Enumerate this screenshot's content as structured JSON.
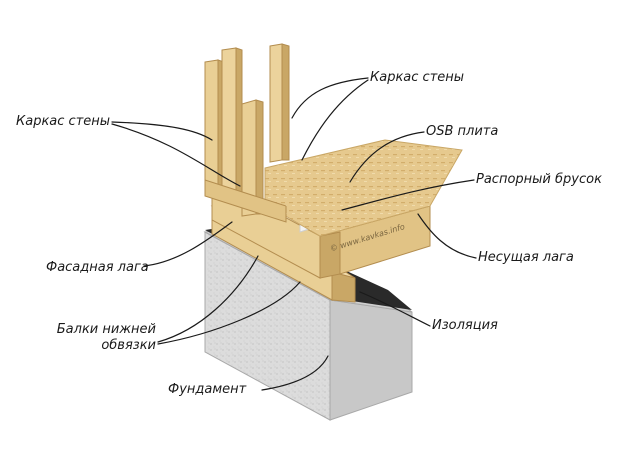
{
  "labels": {
    "wall_frame_right": "Каркас стены",
    "wall_frame_left": "Каркас стены",
    "osb": "OSB плита",
    "spacer": "Распорный брусок",
    "facade_joist": "Фасадная лага",
    "bearing_joist": "Несущая лага",
    "sill_beams_line1": "Балки нижней",
    "sill_beams_line2": "обвязки",
    "insulation": "Изоляция",
    "foundation": "Фундамент"
  },
  "watermark": "© www.kavkas.info",
  "colors": {
    "wood": "#e9cf95",
    "wood_dark": "#c9a766",
    "wood_shadow": "#b38d4f",
    "osb": "#e4c58a",
    "concrete": "#d9d9d9",
    "concrete_dark": "#bdbdbd",
    "insulation": "#2a2a2a",
    "leader": "#1a1a1a"
  }
}
